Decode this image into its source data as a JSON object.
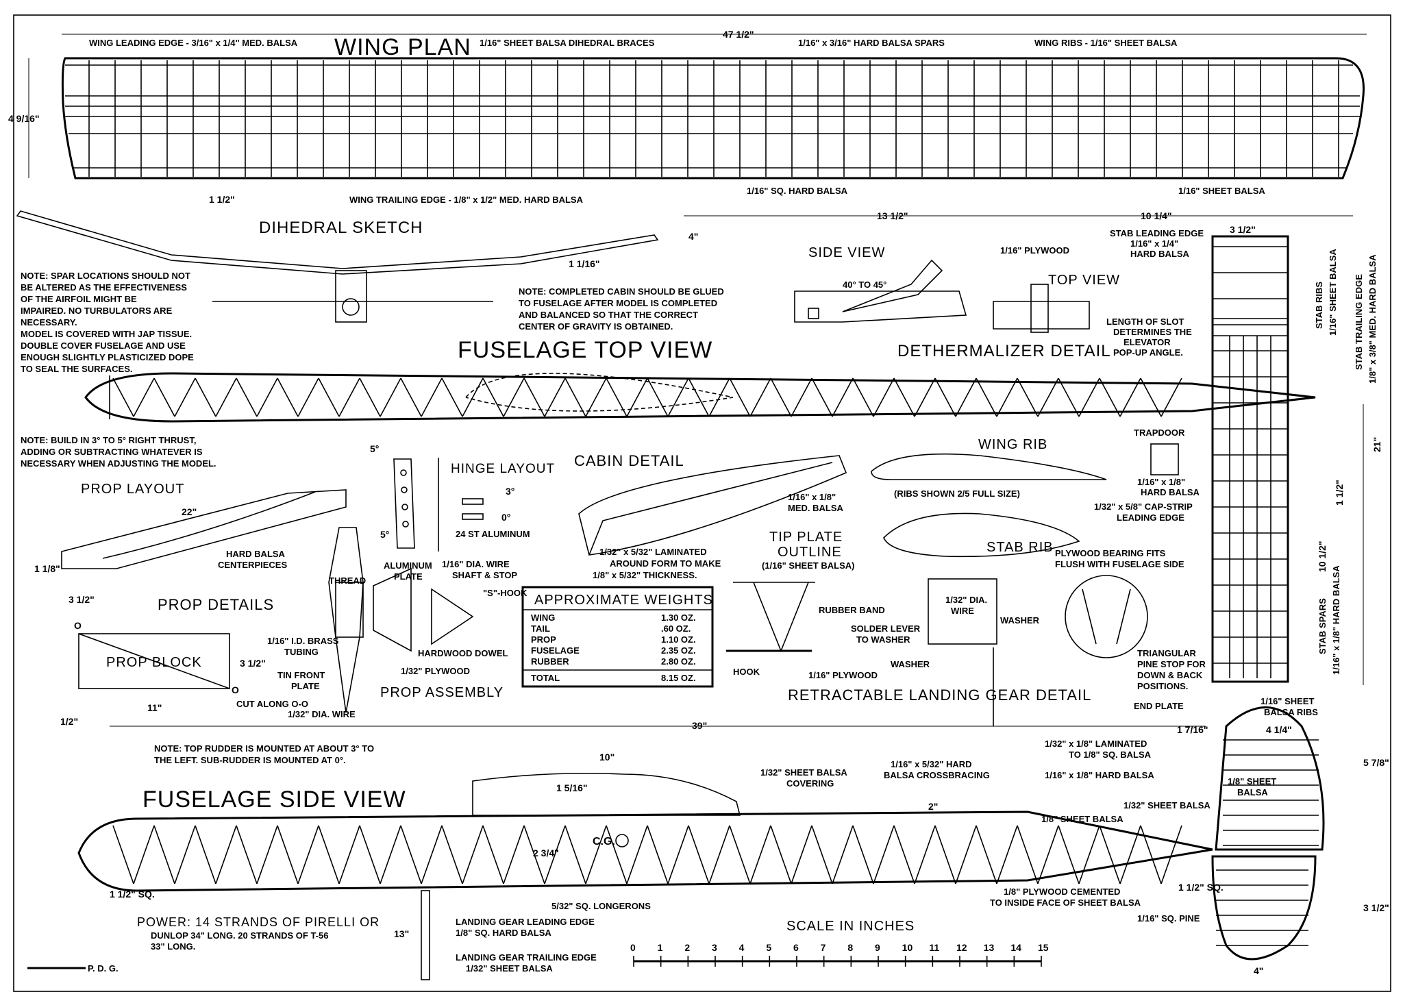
{
  "titles": {
    "wing_plan": "WING PLAN",
    "dihedral_sketch": "DIHEDRAL SKETCH",
    "fuselage_top": "FUSELAGE TOP VIEW",
    "fuselage_side": "FUSELAGE SIDE VIEW",
    "dethermalizer": "DETHERMALIZER DETAIL",
    "side_view": "SIDE VIEW",
    "top_view": "TOP VIEW",
    "hinge_layout": "HINGE LAYOUT",
    "cabin_detail": "CABIN DETAIL",
    "wing_rib": "WING RIB",
    "prop_layout": "PROP LAYOUT",
    "prop_details": "PROP DETAILS",
    "prop_assembly": "PROP ASSEMBLY",
    "prop_block": "PROP     BLOCK",
    "tip_plate": "TIP PLATE",
    "outline": "OUTLINE",
    "stab_rib": "STAB RIB",
    "trapdoor": "TRAPDOOR",
    "landing_gear": "RETRACTABLE LANDING GEAR DETAIL",
    "scale": "SCALE IN INCHES"
  },
  "labels": {
    "wing_le": "WING LEADING EDGE - 3/16\" x 1/4\" MED. BALSA",
    "dihedral_braces": "1/16\" SHEET BALSA DIHEDRAL BRACES",
    "spars": "1/16\" x 3/16\" HARD BALSA SPARS",
    "wing_ribs": "WING RIBS - 1/16\" SHEET BALSA",
    "wing_te": "WING TRAILING EDGE - 1/8\" x 1/2\" MED. HARD BALSA",
    "sq_hard": "1/16\" SQ. HARD BALSA",
    "sheet_balsa": "1/16\" SHEET BALSA",
    "plywood_116": "1/16\" PLYWOOD",
    "angle": "40° TO 45°",
    "slot1": "LENGTH OF SLOT",
    "slot2": "DETERMINES THE",
    "slot3": "ELEVATOR",
    "slot4": "POP-UP ANGLE.",
    "stab_le1": "STAB LEADING EDGE",
    "stab_le2": "1/16\" x 1/4\"",
    "stab_le3": "HARD BALSA",
    "stab_ribs": "STAB RIBS",
    "stab_ribs2": "1/16\" SHEET BALSA",
    "stab_te": "STAB TRAILING EDGE",
    "stab_te2": "1/8\" x 3/8\" MED. HARD BALSA",
    "stab_spars": "STAB SPARS",
    "stab_spars2": "1/16\" x 1/8\" HARD BALSA",
    "trap_size": "1/16\" x 1/8\"",
    "trap_mat": "HARD BALSA",
    "cap1": "1/32\" x 5/8\" CAP-STRIP",
    "cap2": "LEADING EDGE",
    "ply_fit1": "PLYWOOD BEARING FITS",
    "ply_fit2": "FLUSH WITH FUSELAGE SIDE",
    "tri1": "TRIANGULAR",
    "tri2": "PINE STOP FOR",
    "tri3": "DOWN & BACK",
    "tri4": "POSITIONS.",
    "end_plate": "END PLATE",
    "note_spar": [
      "NOTE: SPAR LOCATIONS SHOULD NOT",
      "BE ALTERED AS THE EFFECTIVENESS",
      "OF THE AIRFOIL MIGHT BE",
      "IMPAIRED. NO TURBULATORS ARE",
      "NECESSARY.",
      "MODEL IS COVERED WITH JAP TISSUE.",
      "DOUBLE COVER FUSELAGE AND USE",
      "ENOUGH SLIGHTLY PLASTICIZED DOPE",
      "TO SEAL THE SURFACES."
    ],
    "note_cabin": [
      "NOTE: COMPLETED CABIN SHOULD BE GLUED",
      "TO FUSELAGE AFTER MODEL IS COMPLETED",
      "AND BALANCED SO THAT THE CORRECT",
      "CENTER OF GRAVITY IS OBTAINED."
    ],
    "note_thrust": [
      "NOTE: BUILD IN 3° TO 5° RIGHT THRUST,",
      "ADDING OR SUBTRACTING WHATEVER IS",
      "NECESSARY WHEN ADJUSTING THE MODEL."
    ],
    "note_rudder": [
      "NOTE: TOP RUDDER IS MOUNTED AT ABOUT 3° TO",
      "THE LEFT. SUB-RUDDER IS MOUNTED AT 0°."
    ],
    "power": [
      "POWER: 14 STRANDS OF PIRELLI OR",
      "DUNLOP 34\" LONG. 20 STRANDS OF T-56",
      "33\" LONG."
    ],
    "cabin_med": "1/16\" x 1/8\"",
    "cabin_med2": "MED. BALSA",
    "laminated": [
      "1/32\" x 5/32\" LAMINATED",
      "AROUND FORM TO MAKE",
      "1/8\" x 5/32\" THICKNESS."
    ],
    "ribs_shown": "(RIBS SHOWN 2/5 FULL SIZE)",
    "tip_mat": "(1/16\" SHEET BALSA)",
    "aluminum": "24 ST ALUMINUM",
    "alum_plate": "ALUMINUM",
    "alum_plate2": "PLATE",
    "wire_shaft": "1/16\" DIA. WIRE",
    "wire_shaft2": "SHAFT & STOP",
    "s_hook": "\"S\"-HOOK",
    "thread": "THREAD",
    "brass": "1/16\" I.D. BRASS",
    "brass2": "TUBING",
    "tin": "TIN FRONT",
    "tin2": "PLATE",
    "hard_dowel": "HARDWOOD DOWEL",
    "ply_132": "1/32\" PLYWOOD",
    "wire_132": "1/32\" DIA. WIRE",
    "centerpieces": "HARD BALSA",
    "centerpieces2": "CENTERPIECES",
    "cut": "CUT ALONG O-O",
    "rubber_band": "RUBBER BAND",
    "hook": "HOOK",
    "ply_gear": "1/16\" PLYWOOD",
    "solder": "SOLDER LEVER",
    "solder2": "TO WASHER",
    "washer": "WASHER",
    "wire_gear": "1/32\" DIA.",
    "wire_gear2": "WIRE",
    "sheet_cover": "1/32\" SHEET BALSA",
    "sheet_cover2": "COVERING",
    "crossbrace": "1/16\" x 5/32\" HARD",
    "crossbrace2": "BALSA CROSSBRACING",
    "cg": "C.G.",
    "longerons": "5/32\" SQ. LONGERONS",
    "lg_le": "LANDING GEAR LEADING EDGE",
    "lg_le2": "1/8\" SQ. HARD BALSA",
    "lg_te": "LANDING GEAR TRAILING EDGE",
    "lg_te2": "1/32\" SHEET BALSA",
    "sheet_ribs": "1/16\" SHEET",
    "sheet_ribs2": "BALSA RIBS",
    "lam_sq": "1/32\" x 1/8\" LAMINATED",
    "lam_sq2": "TO 1/8\" SQ. BALSA",
    "hard_116": "1/16\" x 1/8\" HARD BALSA",
    "sheet_18": "1/8\" SHEET",
    "sheet_18b": "BALSA",
    "sheet_132": "1/32\" SHEET BALSA",
    "sheet_18c": "1/8\" SHEET BALSA",
    "ply_cem": "1/8\" PLYWOOD CEMENTED",
    "ply_cem2": "TO INSIDE FACE OF SHEET BALSA",
    "pine": "1/16\" SQ. PINE",
    "initials": "P. D. G."
  },
  "dims": {
    "span": "47 1/2\"",
    "chord": "4 9/16\"",
    "rib_sp": "1 1/2\"",
    "half13": "13 1/2\"",
    "half10": "10 1/4\"",
    "dihedral_h": "4\"",
    "dihedral_s": "1 1/16\"",
    "stab_w": "3 1/2\"",
    "stab_span": "21\"",
    "stab_half": "10 1/2\"",
    "stab_rib": "1 1/2\"",
    "prop_d": "22\"",
    "prop_t": "1 1/8\"",
    "prop_w": "3 1/2\"",
    "block_h": "3 1/2\"",
    "block_l": "11\"",
    "hinge_5a": "5°",
    "hinge_5b": "5°",
    "hinge_3": "3°",
    "hinge_0": "0°",
    "fus_len": "39\"",
    "nose": "1/2\"",
    "cabin_l": "10\"",
    "cabin_h": "1 5/16\"",
    "fus_h": "2 3/4\"",
    "brace": "2\"",
    "nose_sq": "1 1/2\" SQ.",
    "tail_sq": "1 1/2\" SQ.",
    "gear_h": "13\"",
    "rud_l": "1 7/16\"",
    "rud_w": "4 1/4\"",
    "rud_h": "5 7/8\"",
    "sub_h": "3 1/2\"",
    "sub_w": "4\"",
    "o_top": "O",
    "o_bot": "O"
  },
  "weights": {
    "title": "APPROXIMATE WEIGHTS",
    "rows": [
      {
        "name": "WING",
        "value": "1.30 OZ."
      },
      {
        "name": "TAIL",
        "value": ".60 OZ."
      },
      {
        "name": "PROP",
        "value": "1.10 OZ."
      },
      {
        "name": "FUSELAGE",
        "value": "2.35 OZ."
      },
      {
        "name": "RUBBER",
        "value": "2.80 OZ."
      },
      {
        "name": "TOTAL",
        "value": "8.15 OZ."
      }
    ]
  },
  "scale_ticks": [
    "0",
    "1",
    "2",
    "3",
    "4",
    "5",
    "6",
    "7",
    "8",
    "9",
    "10",
    "11",
    "12",
    "13",
    "14",
    "15"
  ]
}
